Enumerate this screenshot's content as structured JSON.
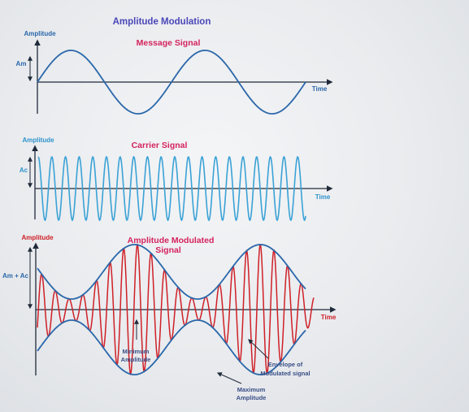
{
  "title": "Amplitude Modulation",
  "colors": {
    "title": "#4a46b8",
    "signal_title": "#d4245e",
    "axis": "#1f2a3a",
    "message_wave": "#2a67aa",
    "carrier_wave": "#3aa2d6",
    "carrier_label": "#2d92cc",
    "modulated_wave": "#cf2027",
    "modulated_label": "#cf2027",
    "envelope": "#2a67aa",
    "annotation": "#3a4e86"
  },
  "panels": {
    "message": {
      "title": "Message Signal",
      "y_label": "Amplitude",
      "x_label": "Time",
      "amp_symbol": "Am"
    },
    "carrier": {
      "title": "Carrier Signal",
      "y_label": "Amplitude",
      "x_label": "Time",
      "amp_symbol": "Ac"
    },
    "modulated": {
      "title_line1": "Amplitude Modulated",
      "title_line2": "Signal",
      "y_label": "Amplitude",
      "x_label": "Time",
      "amp_symbol": "Am + Ac",
      "annotations": {
        "minimum": [
          "Minimum",
          "Amplitude"
        ],
        "maximum": [
          "Maximum",
          "Amplitude"
        ],
        "envelope": [
          "Envelope of",
          "Modulated signal"
        ]
      }
    }
  }
}
